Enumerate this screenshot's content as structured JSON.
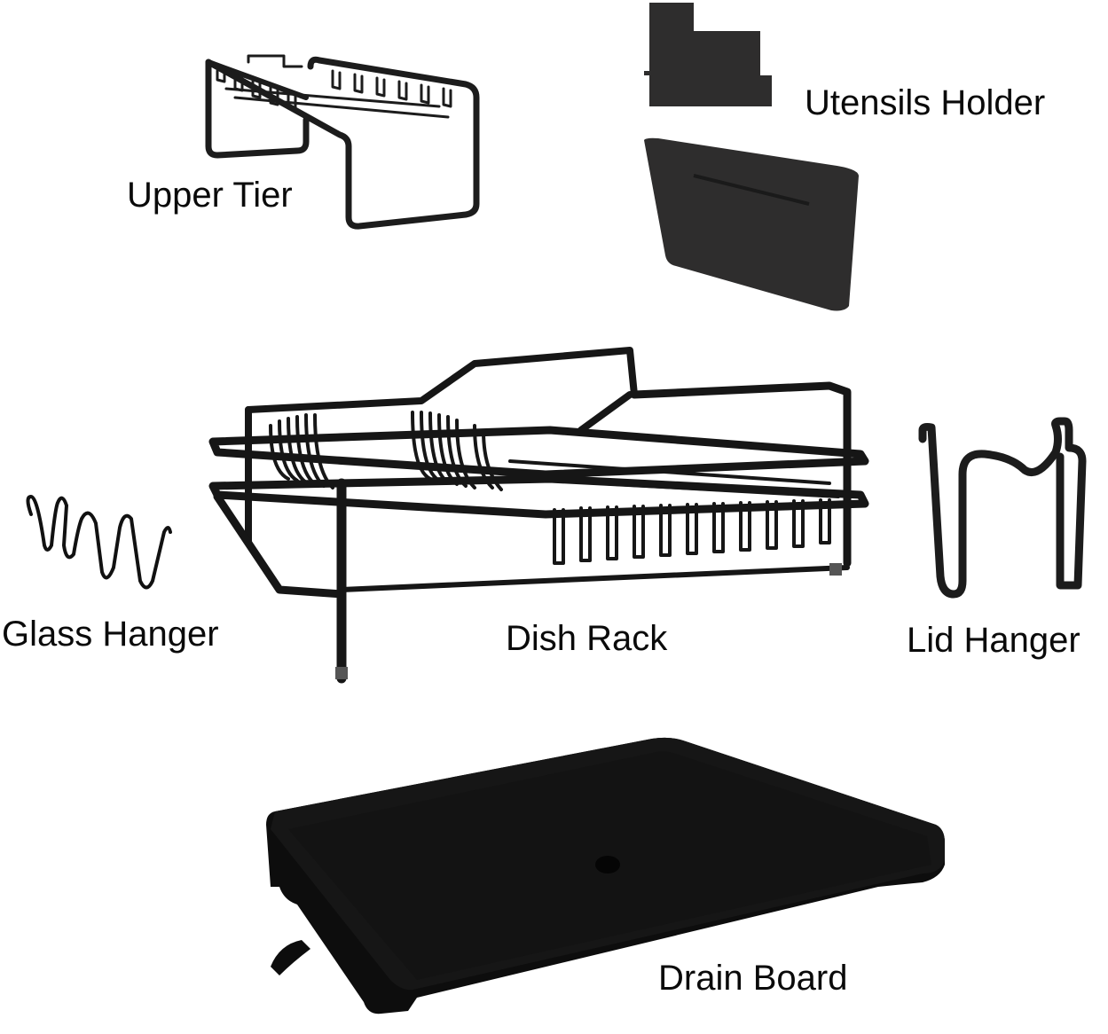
{
  "diagram": {
    "type": "exploded product components",
    "background": "#ffffff",
    "part_color": "#1c1c1c",
    "parts": [
      {
        "id": "upper-tier",
        "label": "Upper Tier"
      },
      {
        "id": "utensils-holder",
        "label": "Utensils Holder"
      },
      {
        "id": "dish-rack",
        "label": "Dish Rack"
      },
      {
        "id": "glass-hanger",
        "label": "Glass Hanger"
      },
      {
        "id": "lid-hanger",
        "label": "Lid Hanger"
      },
      {
        "id": "drain-board",
        "label": "Drain Board"
      }
    ]
  }
}
